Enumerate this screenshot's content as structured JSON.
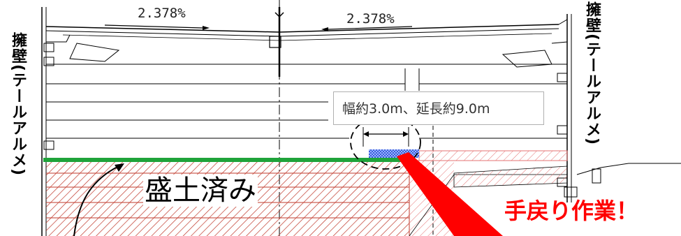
{
  "slope_left": "2.378%",
  "slope_right": "2.378%",
  "wall_left_label": "擁壁(テールアルメ)",
  "wall_right_label": "擁壁(テールアルメ)",
  "callout_text": "幅約3.0m、延長約9.0m",
  "fill_label": "盛土済み",
  "manual_work_label": "手戻り作業！",
  "colors": {
    "fill_line": "#1fa33a",
    "hatch": "#c0392b",
    "hatch_light": "#e57373",
    "alert": "#ff0000",
    "rework_patch": "#3b5bdb"
  }
}
